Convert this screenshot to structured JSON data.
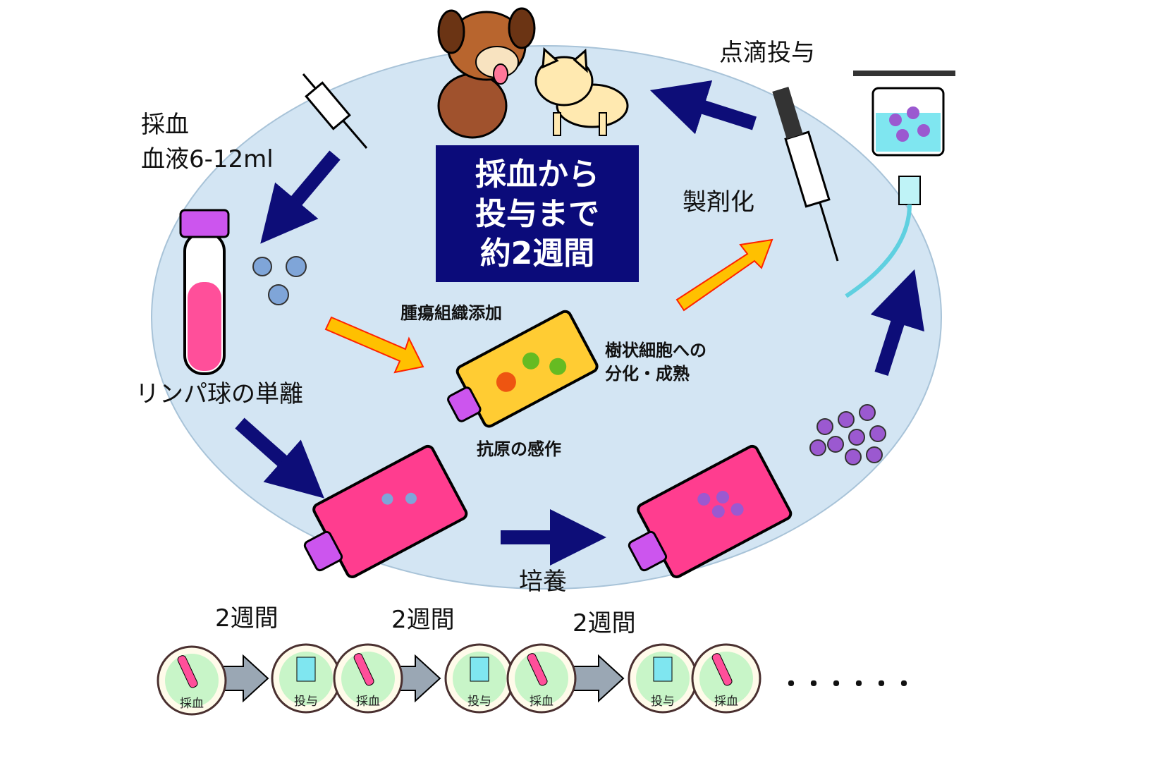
{
  "center_box": {
    "line1": "採血から",
    "line2": "投与まで",
    "line3": "約2週間"
  },
  "labels": {
    "blood_draw": "採血",
    "blood_volume": "血液6-12ml",
    "lymphocyte_isolation": "リンパ球の単離",
    "tumor_tissue_added": "腫瘍組織添加",
    "dc_diff_line1": "樹状細胞への",
    "dc_diff_line2": "分化・成熟",
    "antigen_sensitization": "抗原の感作",
    "culture": "培養",
    "formulation": "製剤化",
    "iv_administration": "点滴投与"
  },
  "timeline": {
    "intervals": [
      "2週間",
      "2週間",
      "2週間"
    ],
    "steps": [
      "採血",
      "投与",
      "採血",
      "投与",
      "採血",
      "投与",
      "採血"
    ],
    "continuation": "・・・・・・"
  },
  "colors": {
    "ellipse": "#d3e5f3",
    "box": "#0b0b7a",
    "navy_arrow": "#0d0d78",
    "orange_arrow": "#ffc000",
    "medium": "#ff3d8f",
    "cap": "#cc55ee",
    "gray_arrow": "#9aa7b4",
    "circle_fill": "#c8f5c8"
  }
}
